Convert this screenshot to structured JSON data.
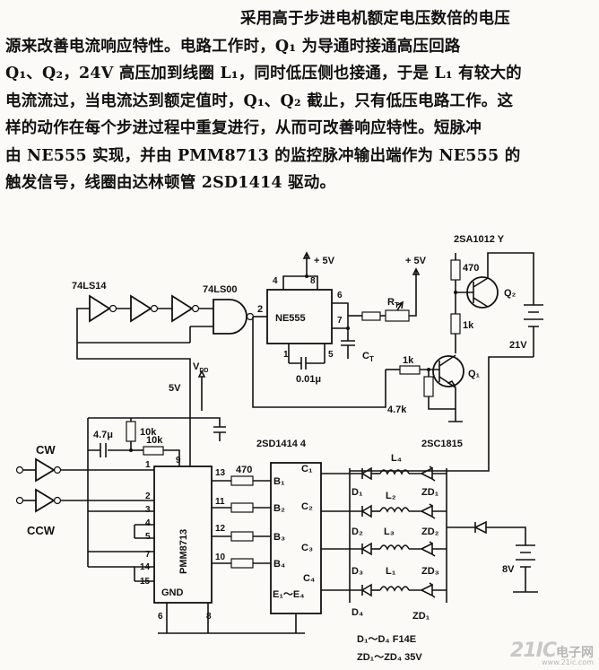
{
  "text": {
    "lines": [
      "采用高于步进电机额定电压数倍的电压",
      "源来改善电流响应特性。电路工作时，Q₁ 为导通时接通高压回路",
      "Q₁、Q₂，24V 高压加到线圈 L₁，同时低压侧也接通，于是 L₁ 有较大的",
      "电流流过，当电流达到额定值时，Q₁、Q₂ 截止，只有低压电路工作。这",
      "样的动作在每个步进过程中重复进行，从而可改善响应特性。短脉冲",
      "由 NE555 实现，并由 PMM8713 的监控脉冲输出端作为 NE555 的",
      "触发信号，线圈由达林顿管 2SD1414 驱动。"
    ]
  },
  "labels": {
    "ls14": "74LS14",
    "ls00": "74LS00",
    "ne555": "NE555",
    "plus5v_a": "+ 5V",
    "plus5v_b": "+ 5V",
    "pin4": "4",
    "pin8": "8",
    "pin6": "6",
    "pin7": "7",
    "pin1": "1",
    "pin5": "5",
    "pin2": "2",
    "ct": "C",
    "ct_sub": "T",
    "cap001": "0.01μ",
    "rt": "R",
    "rt_sub": "T",
    "r470_top": "470",
    "r1k_a": "1k",
    "r1k_b": "1k",
    "r47k": "4.7k",
    "q1": "Q₁",
    "q2": "Q₂",
    "v21": "21V",
    "sa1012": "2SA1012  Y",
    "sc1815": "2SC1815",
    "vdd": "V",
    "vdd_sub": "DD",
    "v5": "5V",
    "c47u": "4.7μ",
    "r10k_a": "10k",
    "r10k_b": "10k",
    "cw": "CW",
    "ccw": "CCW",
    "pmm": "PMM8713",
    "gnd": "GND",
    "p_l1": "1",
    "p_l2": "2",
    "p_l3": "3",
    "p_l4": "4",
    "p_l5": "5",
    "p_l7": "7",
    "p_l14": "14",
    "p_l15": "15",
    "p_top9": "9",
    "p_r13": "13",
    "p_r11": "11",
    "p_r12": "12",
    "p_r10": "10",
    "p_b6": "6",
    "p_b8": "8",
    "r470_b": "470",
    "sd1414": "2SD1414   4",
    "b1": "B₁",
    "b2": "B₂",
    "b3": "B₃",
    "b4": "B₄",
    "c1_out": "C₁",
    "c2_out": "C₂",
    "c3_out": "C₃",
    "c4_out": "C₄",
    "e1e4": "E₁～E₄",
    "l1a": "L₄",
    "l2": "L₂",
    "l3": "L₃",
    "l1b": "L₁",
    "d1": "D₁",
    "d2": "D₂",
    "d3": "D₃",
    "d4": "D₄",
    "zd1": "ZD₁",
    "zd2": "ZD₂",
    "zd3": "ZD₃",
    "zd1b": "ZD₁",
    "v8": "8V",
    "note1": "D₁～D₄  F14E",
    "note2": "ZD₁～ZD₄  35V"
  },
  "watermark": {
    "num": "21IC",
    "cn": "电子网",
    "url": "www.21ic.com"
  }
}
